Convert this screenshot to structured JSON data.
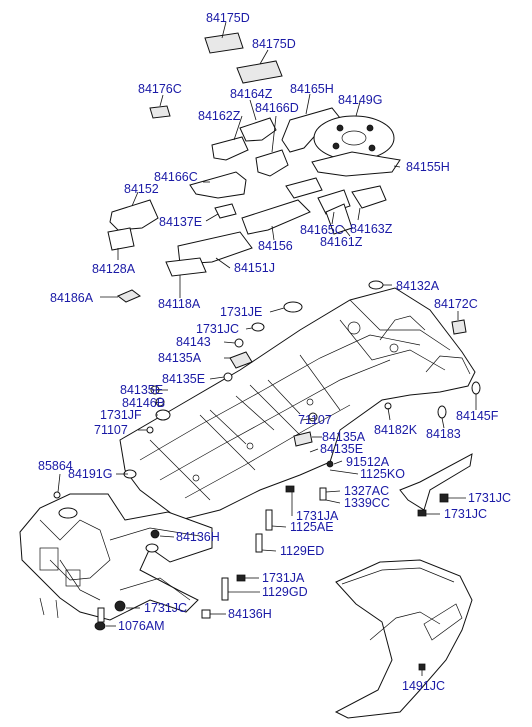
{
  "labels": {
    "l01": "84175D",
    "l02": "84175D",
    "l03": "84176C",
    "l04": "84164Z",
    "l05": "84165H",
    "l06": "84149G",
    "l07": "84162Z",
    "l08": "84166D",
    "l09": "84155H",
    "l10": "84166C",
    "l11": "84152",
    "l12": "84137E",
    "l13": "84165C",
    "l14": "84163Z",
    "l15": "84156",
    "l16": "84161Z",
    "l17": "84128A",
    "l18": "84151J",
    "l19": "84132A",
    "l20": "84186A",
    "l21": "84118A",
    "l22": "84172C",
    "l23": "1731JE",
    "l24": "1731JC",
    "l25": "84143",
    "l26": "84135A",
    "l27": "84135E",
    "l28": "84135E",
    "l29": "84146B",
    "l30": "1731JF",
    "l31": "71107",
    "l32": "71107",
    "l33": "84135A",
    "l34": "84182K",
    "l35": "84145F",
    "l36": "84183",
    "l37": "84135E",
    "l38": "91512A",
    "l39": "1125KO",
    "l40": "85864",
    "l41": "84191G",
    "l42": "1327AC",
    "l43": "1339CC",
    "l44": "1731JC",
    "l45": "1731JA",
    "l46": "1731JC",
    "l47": "1125AE",
    "l48": "84136H",
    "l49": "1129ED",
    "l50": "1731JA",
    "l51": "1129GD",
    "l52": "1731JC",
    "l53": "84136H",
    "l54": "1076AM",
    "l55": "1491JC"
  }
}
